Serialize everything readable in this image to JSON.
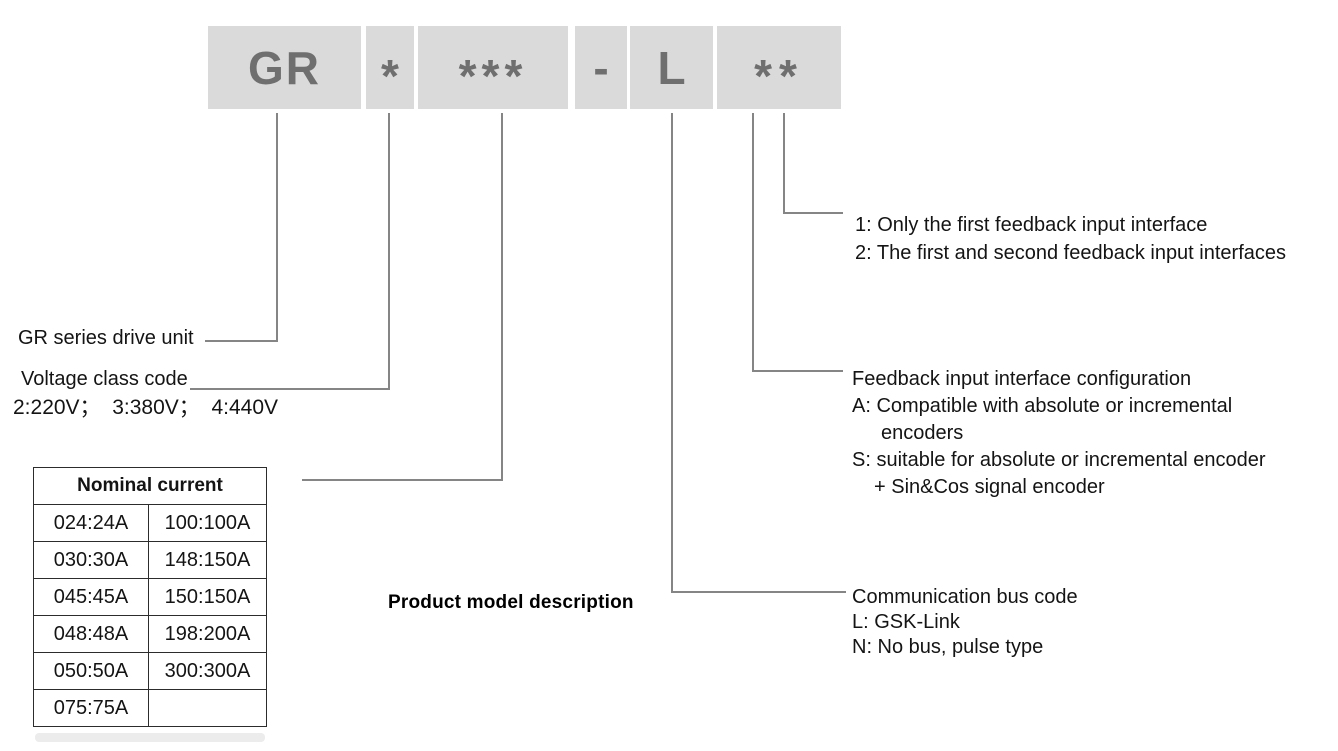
{
  "model_code": {
    "segments": [
      {
        "text": "GR",
        "meaning": "series prefix"
      },
      {
        "text": "*",
        "meaning": "voltage class code"
      },
      {
        "text": "***",
        "meaning": "nominal current code"
      },
      {
        "text": "-",
        "meaning": "separator"
      },
      {
        "text": "L",
        "meaning": "communication bus code"
      },
      {
        "text": "**",
        "meaning": "feedback interface code"
      }
    ]
  },
  "labels": {
    "series": "GR series drive unit",
    "voltage_title": "Voltage class code",
    "voltage_values": "2:220V；  3:380V；  4:440V",
    "feedback_count_1": "1: Only the first feedback input interface",
    "feedback_count_2": "2: The first and second feedback input interfaces",
    "feedback_config_title": "Feedback input interface configuration",
    "feedback_config_a1": "A: Compatible with absolute or incremental",
    "feedback_config_a2": "encoders",
    "feedback_config_s1": "S: suitable for absolute or incremental encoder",
    "feedback_config_s2": "+ Sin&Cos signal encoder",
    "bus_title": "Communication bus code",
    "bus_l": "L: GSK-Link",
    "bus_n": "N: No bus, pulse type"
  },
  "current_table": {
    "title": "Nominal current",
    "rows": [
      [
        "024:24A",
        "100:100A"
      ],
      [
        "030:30A",
        "148:150A"
      ],
      [
        "045:45A",
        "150:150A"
      ],
      [
        "048:48A",
        "198:200A"
      ],
      [
        "050:50A",
        "300:300A"
      ],
      [
        "075:75A",
        ""
      ]
    ]
  },
  "caption": "Product model description",
  "colors": {
    "box_background": "#dadada",
    "box_text": "#6f6f6f",
    "connector_line": "#858585",
    "body_text": "#141414",
    "table_border": "#2c2c2c"
  }
}
